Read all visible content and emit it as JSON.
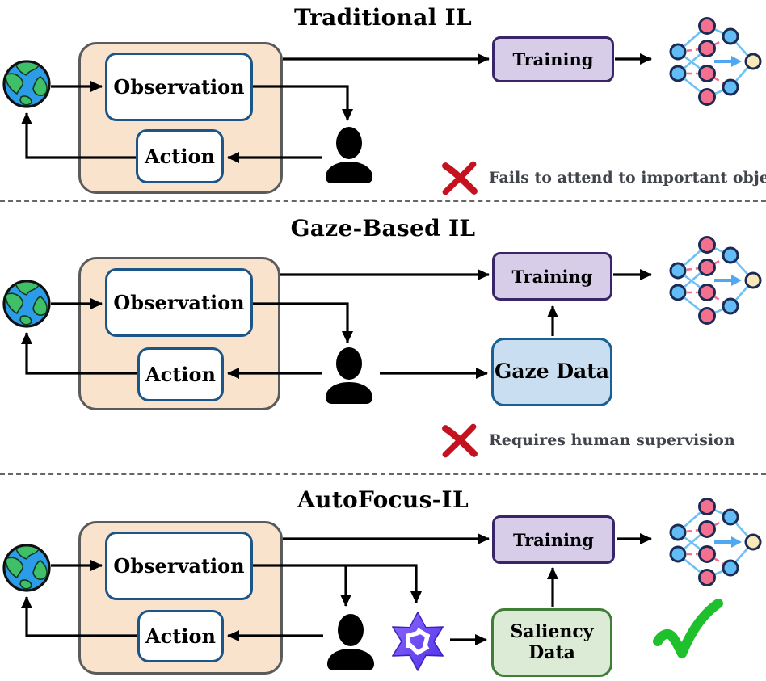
{
  "panels": [
    {
      "title": "Traditional IL",
      "observation": "Observation",
      "action": "Action",
      "training": "Training",
      "note_text": "Fails to attend to important objects",
      "note_icon": "red-x-mark"
    },
    {
      "title": "Gaze-Based IL",
      "observation": "Observation",
      "action": "Action",
      "training": "Training",
      "data_box": "Gaze Data",
      "note_text": "Requires human supervision",
      "note_icon": "red-x-mark"
    },
    {
      "title": "AutoFocus-IL",
      "observation": "Observation",
      "action": "Action",
      "training": "Training",
      "data_box": "Saliency\nData",
      "note_icon": "green-check-mark"
    }
  ],
  "icons": {
    "earth": "earth-globe",
    "person": "human-demonstrator",
    "neural_network": "neural-network",
    "model": "vlm-model-logo",
    "fail": "red-x-mark",
    "success": "green-check-mark"
  },
  "colors": {
    "loop_fill": "#FAE3CC",
    "loop_border": "#5B5B5B",
    "io_border": "#1C5688",
    "training_fill": "#D7CDE9",
    "training_border": "#382668",
    "gaze_fill": "#C9DFF1",
    "gaze_border": "#1B5F93",
    "saliency_fill": "#DCEBD6",
    "saliency_border": "#3F7D38",
    "x_mark": "#C4121F",
    "check_mark": "#1EC12B",
    "note_text": "#41454B",
    "arrow": "#000000"
  }
}
